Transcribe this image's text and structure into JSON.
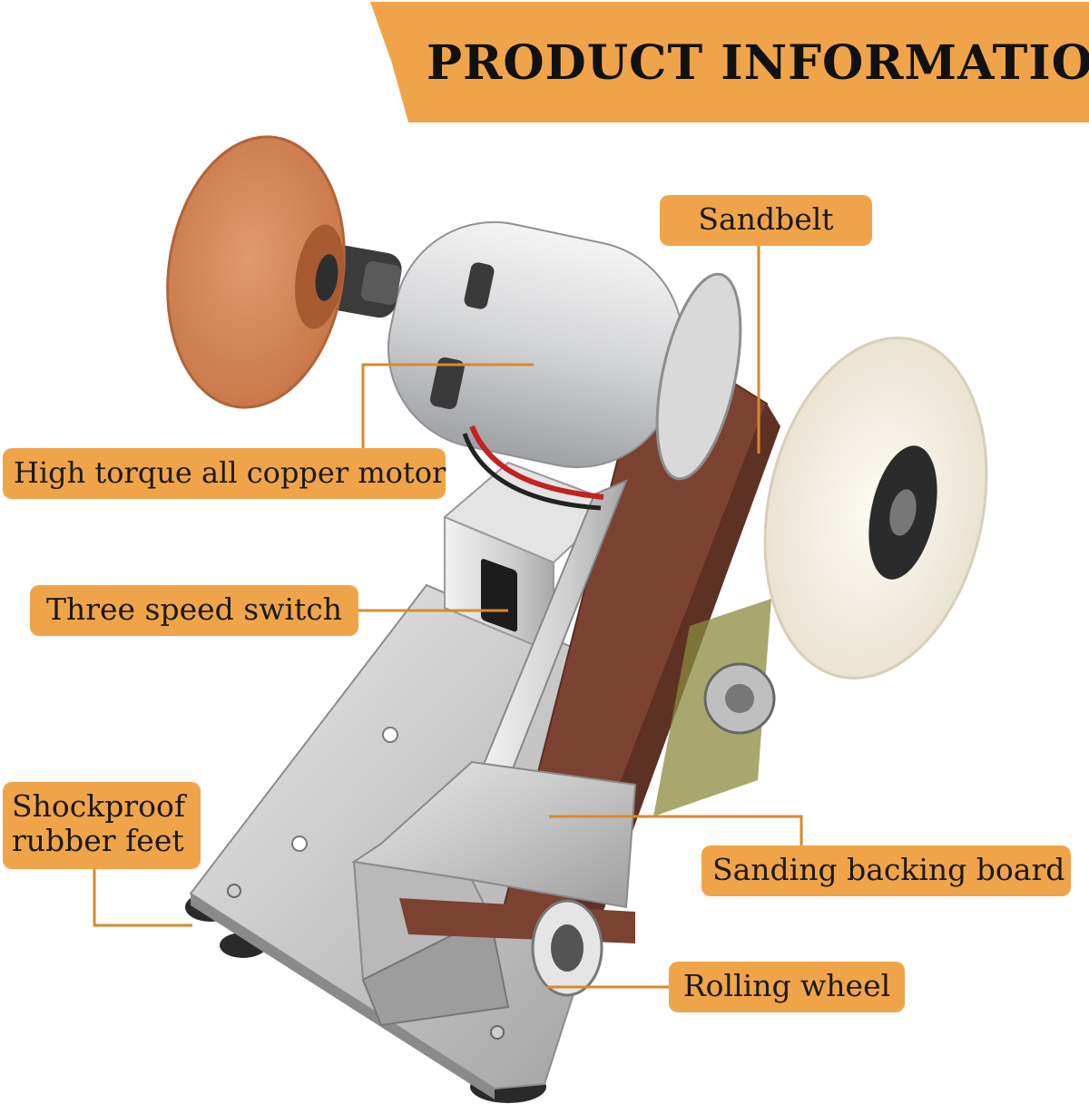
{
  "banner": {
    "title": "PRODUCT INFORMATION",
    "color": "#f0a449"
  },
  "callouts": {
    "sandbelt": "Sandbelt",
    "motor": "High torque all copper motor",
    "switch": "Three speed switch",
    "feet": "Shockproof rubber feet",
    "backing_board": "Sanding backing board",
    "rolling_wheel": "Rolling wheel"
  },
  "colors": {
    "callout_fill": "#f0a449",
    "leader_line": "#d98a2b",
    "text": "#1a1a1a"
  },
  "icons": {
    "grinding_wheel": "grinding-wheel-icon",
    "motor": "motor-icon",
    "sanding_belt": "sanding-belt-icon",
    "polishing_wheel": "polishing-wheel-icon",
    "base_plate": "base-plate-icon"
  }
}
